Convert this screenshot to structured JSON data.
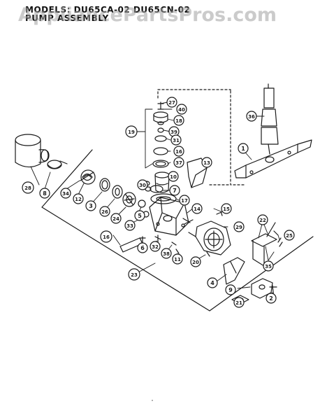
{
  "header": {
    "line1": "MODELS: DU65CA-02  DU65CN-02",
    "line2": "PUMP ASSEMBLY"
  },
  "watermark": "AppliancePartsPros.com",
  "colors": {
    "ink": "#1a1a1a",
    "paper": "#ffffff",
    "watermark": "#a0a0a0"
  },
  "callouts": [
    {
      "id": "c27",
      "num": "27"
    },
    {
      "id": "c40",
      "num": "40"
    },
    {
      "id": "c18",
      "num": "18"
    },
    {
      "id": "c19",
      "num": "19"
    },
    {
      "id": "c39",
      "num": "39"
    },
    {
      "id": "c31",
      "num": "31"
    },
    {
      "id": "c16a",
      "num": "16"
    },
    {
      "id": "c37",
      "num": "37"
    },
    {
      "id": "c13",
      "num": "13"
    },
    {
      "id": "c10",
      "num": "10"
    },
    {
      "id": "c30",
      "num": "30"
    },
    {
      "id": "c7",
      "num": "7"
    },
    {
      "id": "c17",
      "num": "17"
    },
    {
      "id": "c14",
      "num": "14"
    },
    {
      "id": "c15",
      "num": "15"
    },
    {
      "id": "c29",
      "num": "29"
    },
    {
      "id": "c22",
      "num": "22"
    },
    {
      "id": "c25",
      "num": "25"
    },
    {
      "id": "c35",
      "num": "35"
    },
    {
      "id": "c36",
      "num": "36"
    },
    {
      "id": "c1",
      "num": "1"
    },
    {
      "id": "c28",
      "num": "28"
    },
    {
      "id": "c8",
      "num": "8"
    },
    {
      "id": "c34",
      "num": "34"
    },
    {
      "id": "c12",
      "num": "12"
    },
    {
      "id": "c3",
      "num": "3"
    },
    {
      "id": "c26",
      "num": "26"
    },
    {
      "id": "c24",
      "num": "24"
    },
    {
      "id": "c5",
      "num": "5"
    },
    {
      "id": "c33",
      "num": "33"
    },
    {
      "id": "c16b",
      "num": "16"
    },
    {
      "id": "c6",
      "num": "6"
    },
    {
      "id": "c32",
      "num": "32"
    },
    {
      "id": "c38",
      "num": "38"
    },
    {
      "id": "c11",
      "num": "11"
    },
    {
      "id": "c20",
      "num": "20"
    },
    {
      "id": "c23",
      "num": "23"
    },
    {
      "id": "c4",
      "num": "4"
    },
    {
      "id": "c9",
      "num": "9"
    },
    {
      "id": "c21",
      "num": "21"
    },
    {
      "id": "c2",
      "num": "2"
    }
  ]
}
